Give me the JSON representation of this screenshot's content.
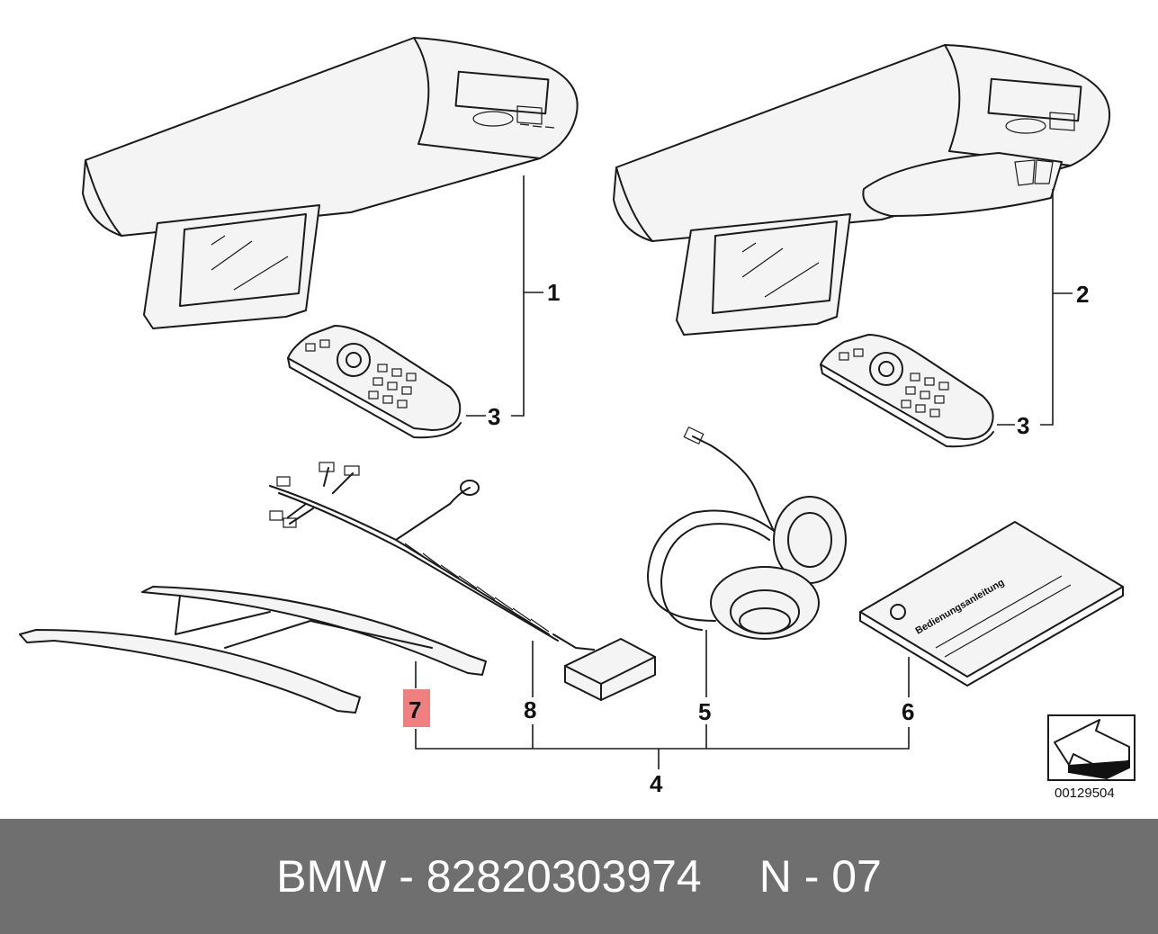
{
  "diagram": {
    "callouts": {
      "c1": "1",
      "c2": "2",
      "c3a": "3",
      "c3b": "3",
      "c4": "4",
      "c5": "5",
      "c6": "6",
      "c7": "7",
      "c8": "8"
    },
    "highlight_color": "#f08080",
    "manual_title": "Bedienungsanleitung",
    "image_number": "00129504"
  },
  "footer": {
    "brand": "BMW",
    "separator": "-",
    "part_number": "82820303974",
    "position": "N - 07"
  },
  "colors": {
    "footer_bg": "#6f6f6f",
    "footer_text": "#ffffff"
  }
}
